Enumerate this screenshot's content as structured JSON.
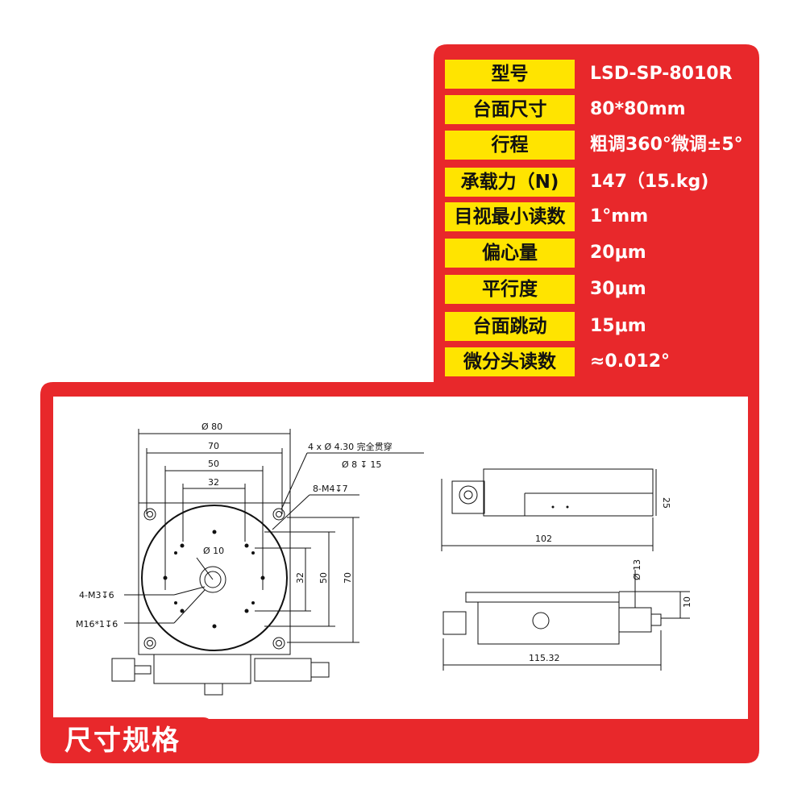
{
  "colors": {
    "panel_red": "#e8282b",
    "label_yellow": "#ffe400",
    "value_text": "#ffffff",
    "drawing_line": "#111111"
  },
  "specs": [
    {
      "label": "型号",
      "value": "LSD-SP-8010R"
    },
    {
      "label": "台面尺寸",
      "value": "80*80mm"
    },
    {
      "label": "行程",
      "value": "粗调360°微调±5°"
    },
    {
      "label": "承载力（N)",
      "value": "147（15.kg)"
    },
    {
      "label": "目视最小读数",
      "value": "1°mm"
    },
    {
      "label": "偏心量",
      "value": "20μm"
    },
    {
      "label": "平行度",
      "value": "30μm"
    },
    {
      "label": "台面跳动",
      "value": "15μm"
    },
    {
      "label": "微分头读数",
      "value": "≈0.012°"
    }
  ],
  "footer": {
    "title": "尺寸规格"
  },
  "drawing": {
    "top_view": {
      "dim_d80": "Ø 80",
      "dim_70": "70",
      "dim_50": "50",
      "dim_32": "32",
      "note_holes": "4 x  Ø 4.30 完全贯穿",
      "note_counterbore": "Ø 8 ↧ 15",
      "note_m4": "8-M4↧7",
      "dim_d10": "Ø 10",
      "note_m3": "4-M3↧6",
      "note_m16": "M16*1↧6",
      "dim_v32": "32",
      "dim_v50": "50",
      "dim_v70": "70"
    },
    "side_view": {
      "dim_25": "25",
      "dim_102": "102"
    },
    "front_view": {
      "dim_d13": "Ø 13",
      "dim_10": "10",
      "dim_115": "115.32"
    }
  }
}
